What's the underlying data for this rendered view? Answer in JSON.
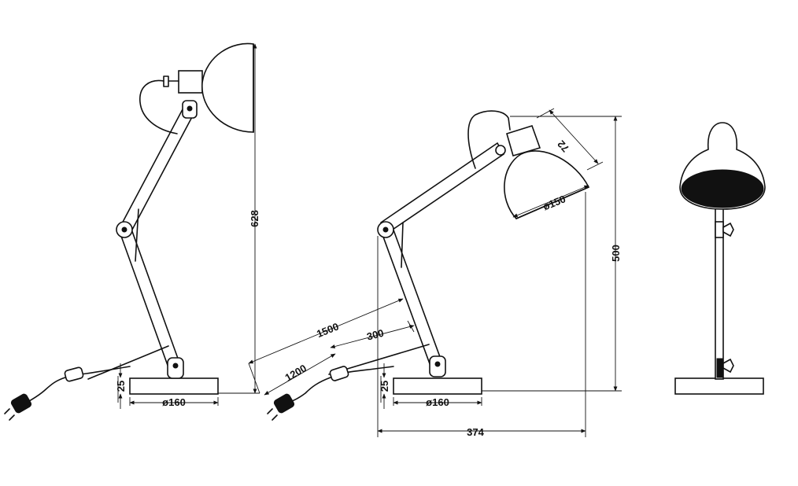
{
  "dimensions": {
    "height_side": "628",
    "cord_total": "1500",
    "cord_segment": "300",
    "cord_plug": "1200",
    "shade_depth": "72",
    "shade_diameter": "ø150",
    "reach_height": "500",
    "reach_width": "374",
    "base_height_left": "25",
    "base_height_mid": "25",
    "base_diameter_left": "ø160",
    "base_diameter_mid": "ø160"
  },
  "colors": {
    "line": "#111111",
    "background": "#ffffff"
  }
}
